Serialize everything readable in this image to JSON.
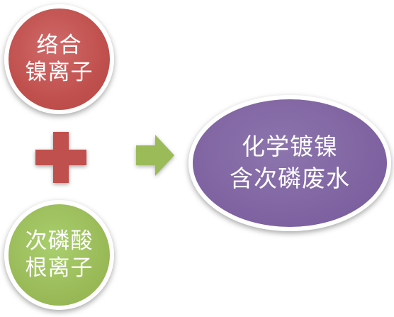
{
  "nodes": {
    "complex_nickel": {
      "lines": [
        "络合",
        "镍离子"
      ]
    },
    "hypophosphite": {
      "lines": [
        "次磷酸",
        "根离子"
      ]
    },
    "wastewater": {
      "lines": [
        "化学镀镍",
        "含次磷废水"
      ]
    }
  },
  "symbols": {
    "plus": "plus-icon",
    "arrow": "arrow-right-icon"
  },
  "colors": {
    "red_node": "#c0504d",
    "green_node": "#9bbb59",
    "purple_node": "#8064a2",
    "border": "#ffffff",
    "text": "#ffffff"
  }
}
